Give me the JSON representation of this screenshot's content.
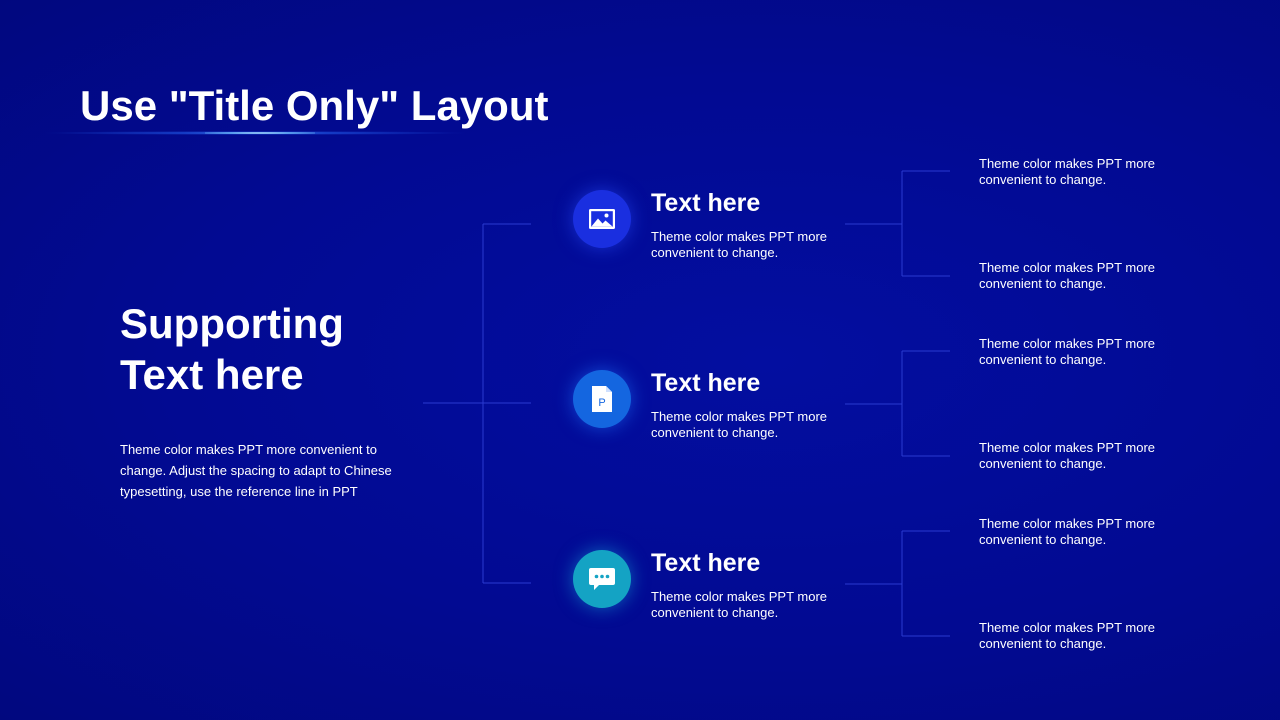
{
  "slide": {
    "title": "Use \"Title Only\" Layout"
  },
  "support": {
    "title": "Supporting Text here",
    "body": "Theme color makes PPT more convenient to change. Adjust the spacing to adapt to Chinese typesetting, use the reference line in PPT"
  },
  "items": [
    {
      "icon": "image-icon",
      "color": "#1a2fe0",
      "title": "Text here",
      "text": "Theme color makes PPT more convenient to change.",
      "leaves": [
        "Theme color makes PPT more convenient to change.",
        "Theme color makes PPT more convenient to change."
      ]
    },
    {
      "icon": "document-icon",
      "color": "#1466e0",
      "title": "Text here",
      "text": "Theme color makes PPT more convenient to change.",
      "leaves": [
        "Theme color makes PPT more convenient to change.",
        "Theme color makes PPT more convenient to change."
      ]
    },
    {
      "icon": "chat-icon",
      "color": "#14a3c4",
      "title": "Text here",
      "text": "Theme color makes PPT more convenient to change.",
      "leaves": [
        "Theme color makes PPT more convenient to change.",
        "Theme color makes PPT more convenient to change."
      ]
    }
  ],
  "colors": {
    "background": "#02098f",
    "connector": "#2a3ad0"
  }
}
